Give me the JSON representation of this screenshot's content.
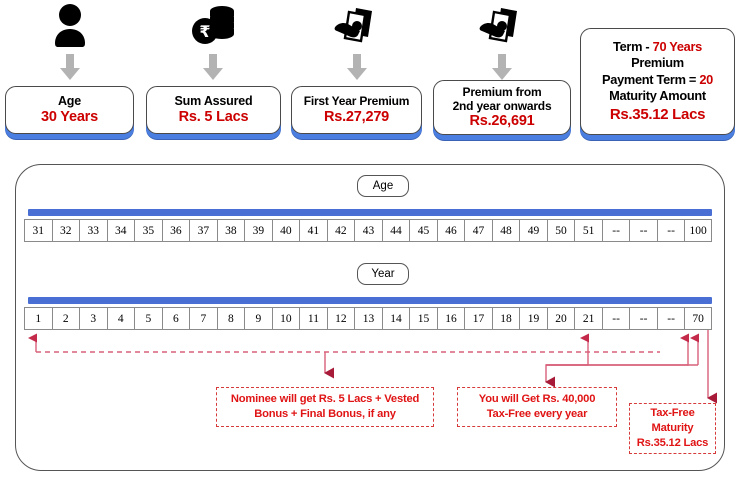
{
  "top_cards": [
    {
      "icon": "person-icon",
      "label": "Age",
      "value": "30 Years"
    },
    {
      "icon": "rupee-coins-icon",
      "label": "Sum Assured",
      "value": "Rs. 5  Lacs"
    },
    {
      "icon": "hand-cash-icon",
      "label": "First Year Premium",
      "value": "Rs.27,279"
    },
    {
      "icon": "hand-cash-icon",
      "label_line1": "Premium from",
      "label_line2": "2nd year onwards",
      "value": "Rs.26,691"
    }
  ],
  "term_card": {
    "line1_label": "Term  - ",
    "line1_value": "70 Years",
    "line2": "Premium",
    "line3_label": "Payment Term = ",
    "line3_value": "20",
    "line4": "Maturity Amount",
    "line5": "Rs.35.12 Lacs"
  },
  "timeline": {
    "age_pill": "Age",
    "year_pill": "Year",
    "age_cells": [
      "31",
      "32",
      "33",
      "34",
      "35",
      "36",
      "37",
      "38",
      "39",
      "40",
      "41",
      "42",
      "43",
      "44",
      "45",
      "46",
      "47",
      "48",
      "49",
      "50",
      "51",
      "--",
      "--",
      "--",
      "100"
    ],
    "year_cells": [
      "1",
      "2",
      "3",
      "4",
      "5",
      "6",
      "7",
      "8",
      "9",
      "10",
      "11",
      "12",
      "13",
      "14",
      "15",
      "16",
      "17",
      "18",
      "19",
      "20",
      "21",
      "--",
      "--",
      "--",
      "70"
    ]
  },
  "notes": [
    {
      "id": "death-benefit-note",
      "line1": "Nominee will get Rs. 5 Lacs + Vested",
      "line2": "Bonus + Final Bonus, if any"
    },
    {
      "id": "survival-benefit-note",
      "line1": "You will Get Rs. 40,000",
      "line2": "Tax-Free every year"
    },
    {
      "id": "maturity-note",
      "line1": "Tax-Free",
      "line2": "Maturity",
      "line3": "Rs.35.12 Lacs"
    }
  ],
  "colors": {
    "accent_red": "#e01414",
    "value_red": "#cc0000",
    "blue_bar": "#4a6fd4",
    "card_shadow_blue": "#4a7ee0",
    "arrow_grey": "#b3b3b3",
    "connector_red": "#c42a4a"
  }
}
